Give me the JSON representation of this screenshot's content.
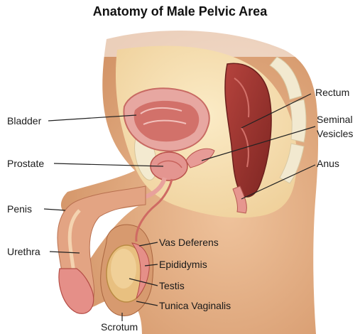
{
  "title": "Anatomy of Male Pelvic Area",
  "labels": {
    "bladder": "Bladder",
    "prostate": "Prostate",
    "penis": "Penis",
    "urethra": "Urethra",
    "rectum": "Rectum",
    "seminal_vesicles_1": "Seminal",
    "seminal_vesicles_2": "Vesicles",
    "anus": "Anus",
    "vas_deferens": "Vas Deferens",
    "epididymis": "Epididymis",
    "testis": "Testis",
    "tunica_vaginalis": "Tunica Vaginalis",
    "scrotum": "Scrotum"
  },
  "colors": {
    "skin": "#e9b48a",
    "skin_dark": "#c8875c",
    "fat": "#f6dfae",
    "organ_pink": "#e59a95",
    "organ_red": "#c9564e",
    "rectum_dark": "#8e2f2b",
    "bone": "#f3ead0",
    "leader": "#222222"
  }
}
